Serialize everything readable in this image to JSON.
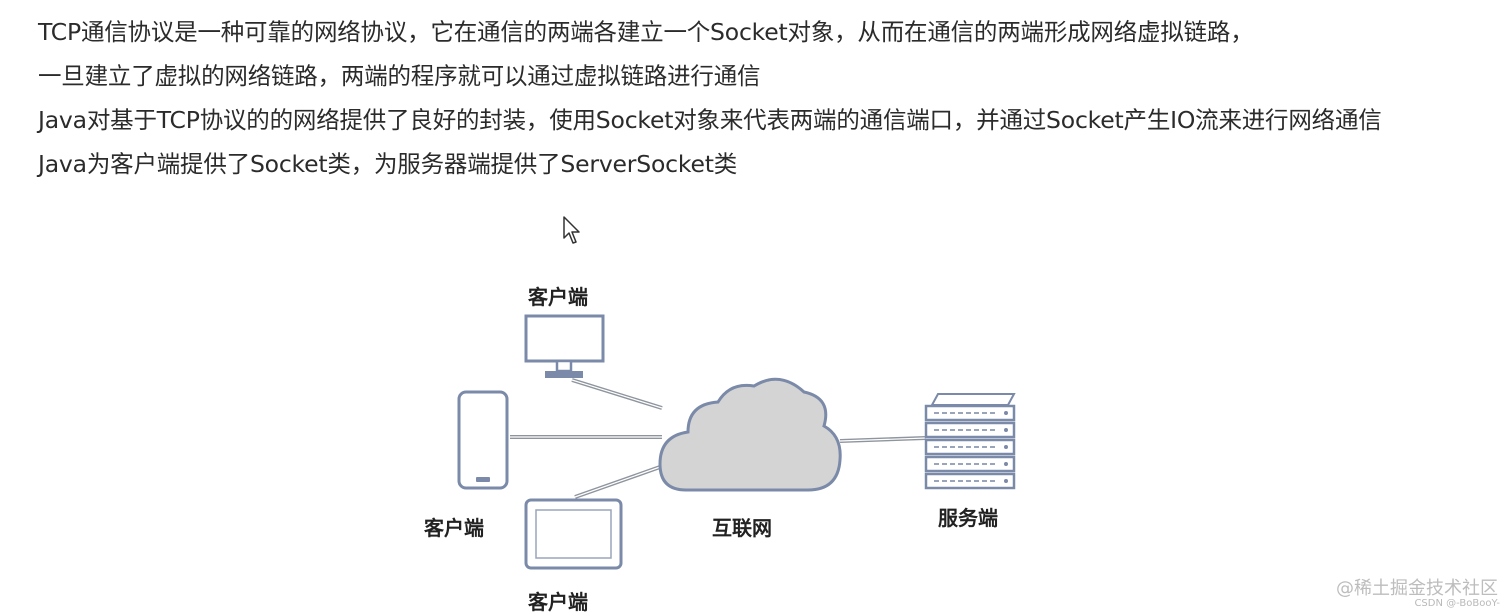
{
  "paragraphs": [
    "TCP通信协议是一种可靠的网络协议，它在通信的两端各建立一个Socket对象，从而在通信的两端形成网络虚拟链路，",
    "一旦建立了虚拟的网络链路，两端的程序就可以通过虚拟链路进行通信",
    "Java对基于TCP协议的的网络提供了良好的封装，使用Socket对象来代表两端的通信端口，并通过Socket产生IO流来进行网络通信",
    "Java为客户端提供了Socket类，为服务器端提供了ServerSocket类"
  ],
  "diagram": {
    "client_top_label": "客户端",
    "client_left_label": "客户端",
    "client_bottom_label": "客户端",
    "internet_label": "互联网",
    "server_label": "服务端",
    "device_stroke": "#7b8aa8",
    "cloud_fill": "#d4d4d4"
  },
  "watermark": {
    "main": "@稀土掘金技术社区",
    "sub": "CSDN @-BoBooY-"
  }
}
